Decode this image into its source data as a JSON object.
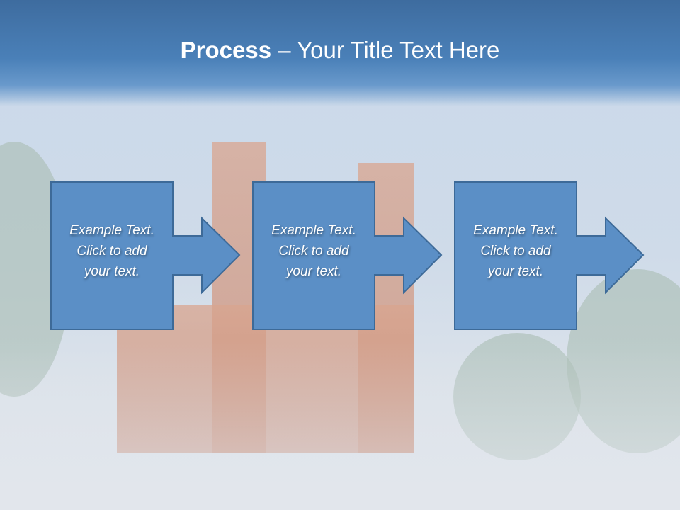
{
  "title": {
    "bold": "Process",
    "rest": " – Your Title Text Here"
  },
  "steps": [
    {
      "line1": "Example Text.",
      "line2": "Click  to add",
      "line3": "your text."
    },
    {
      "line1": "Example Text.",
      "line2": "Click  to add",
      "line3": "your text."
    },
    {
      "line1": "Example Text.",
      "line2": "Click  to add",
      "line3": "your text."
    }
  ],
  "colors": {
    "shape_fill": "#5b8fc6",
    "shape_stroke": "#3d6a98",
    "header": "#4479b0"
  }
}
